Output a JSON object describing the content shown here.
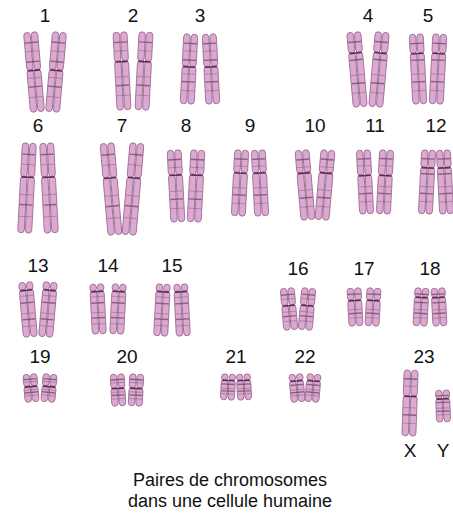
{
  "diagram": {
    "caption": "Paires de chromosomes dans une cellule humaine",
    "labels": [
      "1",
      "2",
      "3",
      "4",
      "5",
      "6",
      "7",
      "8",
      "9",
      "10",
      "11",
      "12",
      "13",
      "14",
      "15",
      "16",
      "17",
      "18",
      "19",
      "20",
      "21",
      "22",
      "23",
      "X",
      "Y"
    ]
  }
}
